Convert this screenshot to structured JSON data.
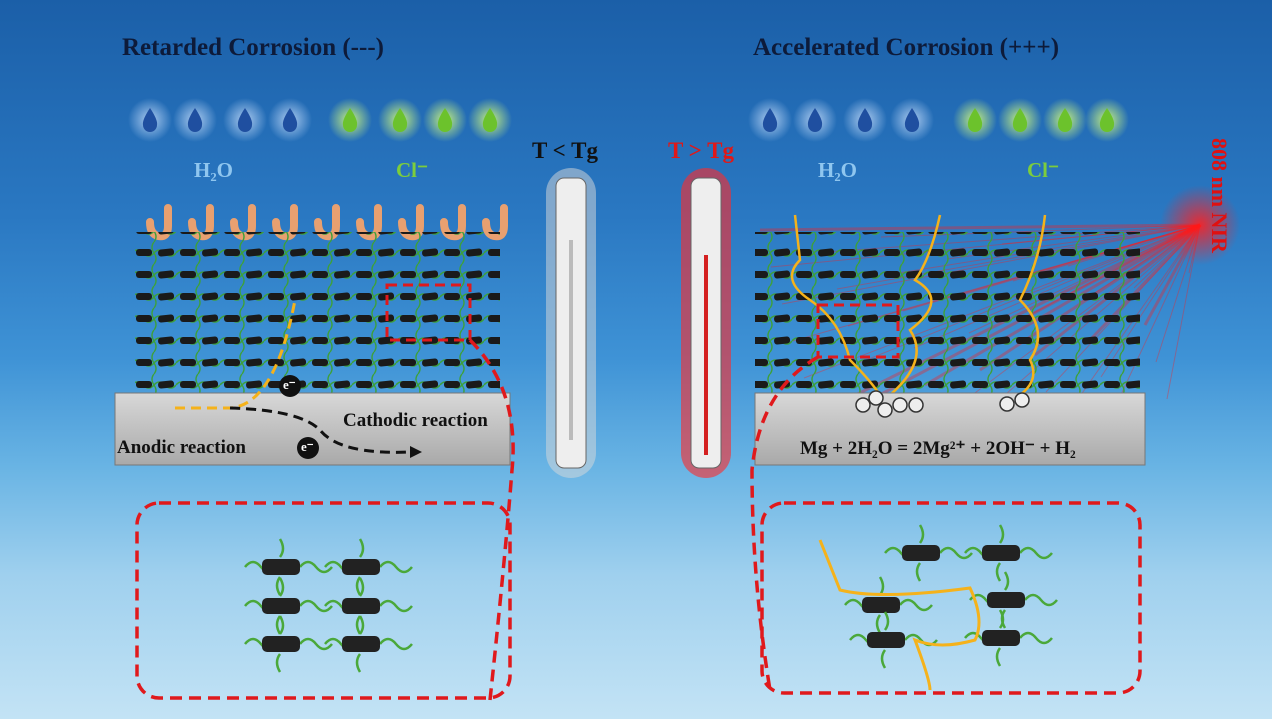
{
  "left": {
    "title": "Retarded Corrosion (---)",
    "h2o": "H₂O",
    "cl": "Cl⁻",
    "cathodic": "Cathodic reaction",
    "anodic": "Anodic reaction",
    "electron": "e⁻"
  },
  "right": {
    "title": "Accelerated Corrosion (+++)",
    "h2o": "H₂O",
    "cl": "Cl⁻",
    "equation": "Mg + 2H₂O = 2Mg²⁺ + 2OH⁻ + H₂",
    "laser": "808 nm NIR"
  },
  "thermometers": {
    "cold": "T < Tg",
    "hot": "T > Tg"
  },
  "colors": {
    "water_drop": "#1f4fa0",
    "chloride_drop": "#6cc22c",
    "dashed_box": "#e0191c",
    "laser": "#ff1a1a",
    "path": "#f5b21b"
  }
}
